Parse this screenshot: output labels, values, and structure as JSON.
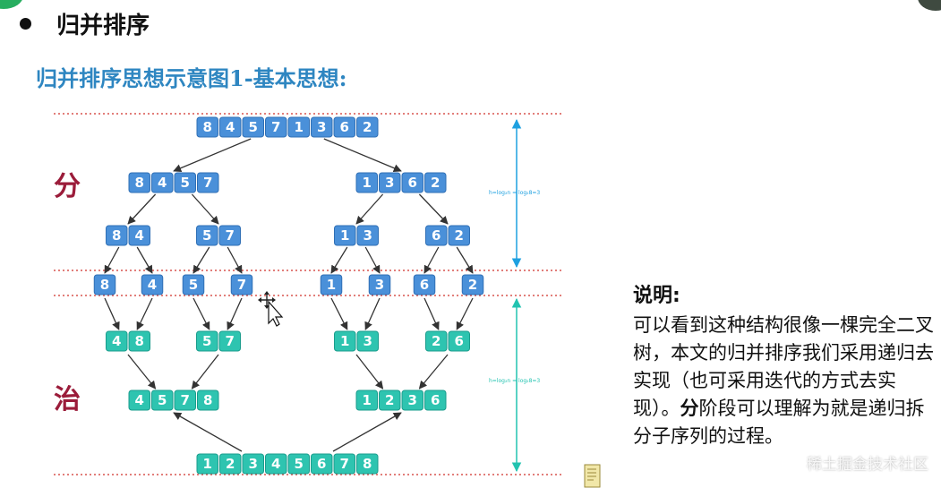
{
  "header": {
    "title": "归并排序",
    "subtitle": "归并排序思想示意图1-基本思想:"
  },
  "diagram": {
    "divide_label": "分",
    "conquer_label": "治",
    "height_annotation": "h=log₂n = log₂8=3",
    "colors": {
      "divide": "#4a90d9",
      "conquer": "#2ec4b0",
      "arrow_divide": "#1ea0e0",
      "arrow_conquer": "#22c3b0",
      "dotted": "#d9534f"
    },
    "split_levels": [
      [
        [
          "8",
          "4",
          "5",
          "7",
          "1",
          "3",
          "6",
          "2"
        ]
      ],
      [
        [
          "8",
          "4",
          "5",
          "7"
        ],
        [
          "1",
          "3",
          "6",
          "2"
        ]
      ],
      [
        [
          "8",
          "4"
        ],
        [
          "5",
          "7"
        ],
        [
          "1",
          "3"
        ],
        [
          "6",
          "2"
        ]
      ],
      [
        [
          "8"
        ],
        [
          "4"
        ],
        [
          "5"
        ],
        [
          "7"
        ],
        [
          "1"
        ],
        [
          "3"
        ],
        [
          "6"
        ],
        [
          "2"
        ]
      ]
    ],
    "merge_levels": [
      [
        [
          "4",
          "8"
        ],
        [
          "5",
          "7"
        ],
        [
          "1",
          "3"
        ],
        [
          "2",
          "6"
        ]
      ],
      [
        [
          "4",
          "5",
          "7",
          "8"
        ],
        [
          "1",
          "2",
          "3",
          "6"
        ]
      ],
      [
        [
          "1",
          "2",
          "3",
          "4",
          "5",
          "6",
          "7",
          "8"
        ]
      ]
    ]
  },
  "explanation": {
    "heading": "说明:",
    "body": "可以看到这种结构很像一棵完全二叉树，本文的归并排序我们采用递归去实现（也可采用迭代的方式去实现）。",
    "lead": "分",
    "tail": "阶段可以理解为就是递归拆分子序列的过程。"
  },
  "watermark": "稀土掘金技术社区"
}
